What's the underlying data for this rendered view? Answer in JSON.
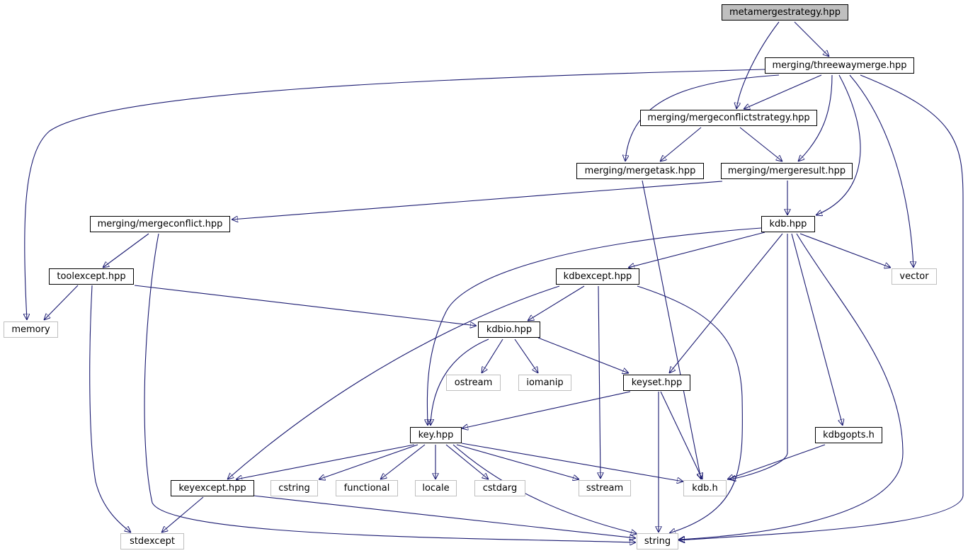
{
  "diagram": {
    "edge_color": "#191970",
    "root_fill": "#bfbfbf",
    "system_border": "#bfbfbf",
    "nodes": {
      "metamergestrategy": "metamergestrategy.hpp",
      "threewaymerge": "merging/threewaymerge.hpp",
      "mergeconflictstrategy": "merging/mergeconflictstrategy.hpp",
      "mergetask": "merging/mergetask.hpp",
      "mergeresult": "merging/mergeresult.hpp",
      "mergeconflict": "merging/mergeconflict.hpp",
      "kdb_hpp": "kdb.hpp",
      "toolexcept": "toolexcept.hpp",
      "kdbexcept": "kdbexcept.hpp",
      "vector": "vector",
      "memory": "memory",
      "kdbio": "kdbio.hpp",
      "ostream": "ostream",
      "iomanip": "iomanip",
      "keyset": "keyset.hpp",
      "key": "key.hpp",
      "kdbgopts": "kdbgopts.h",
      "keyexcept": "keyexcept.hpp",
      "cstring": "cstring",
      "functional": "functional",
      "locale": "locale",
      "cstdarg": "cstdarg",
      "sstream": "sstream",
      "kdb_h": "kdb.h",
      "stdexcept": "stdexcept",
      "string": "string"
    }
  }
}
